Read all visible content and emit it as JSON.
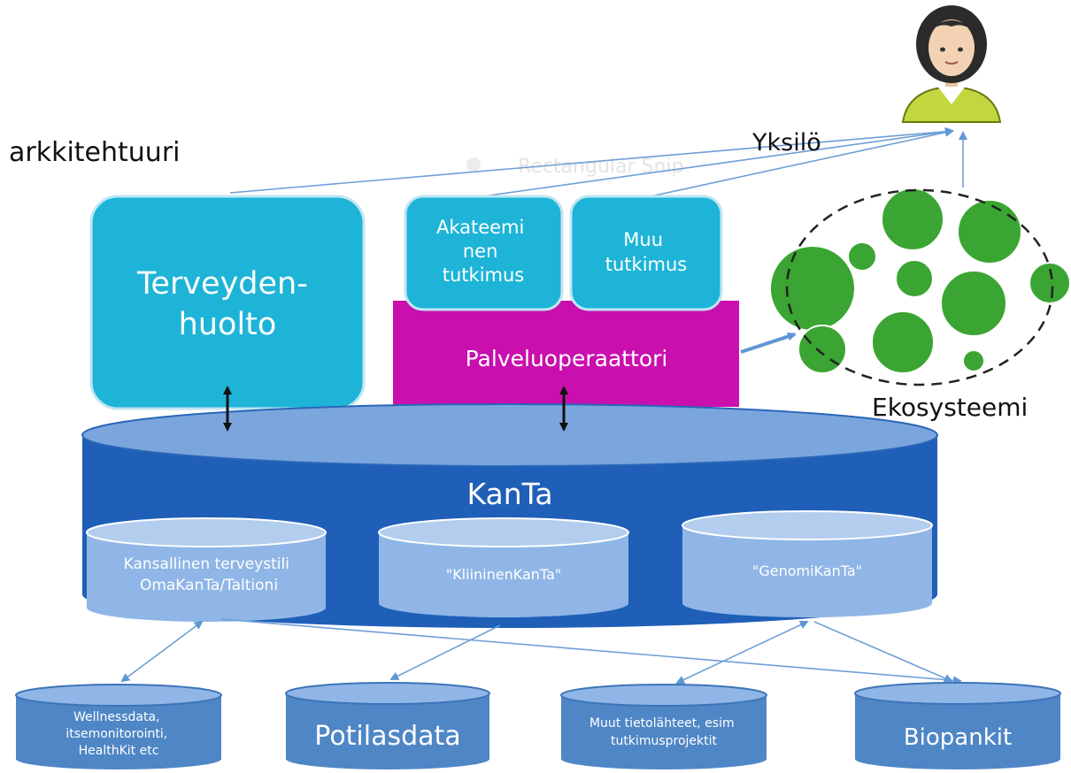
{
  "title": "arkkitehtuuri",
  "person_label": "Yksilö",
  "ecosystem_label": "Ekosysteemi",
  "watermark": "Rectangular Snip",
  "boxes": {
    "terveydenhuolto": [
      "Terveyden-",
      "huolto"
    ],
    "akateeminen": [
      "Akateemi",
      "nen",
      "tutkimus"
    ],
    "muu": [
      "Muu",
      "tutkimus"
    ],
    "palveluoperaattori": "Palveluoperaattori"
  },
  "kanta": {
    "label": "KanTa",
    "inner": {
      "terveystili": [
        "Kansallinen terveystili",
        "OmaKanTa/Taltioni"
      ],
      "kliininen": "\"KliininenKanTa\"",
      "genomi": "\"GenomiKanTa\""
    }
  },
  "sources": {
    "wellness": [
      "Wellnessdata,",
      "itsemonitorointi,",
      "HealthKit etc"
    ],
    "potilas": "Potilasdata",
    "muut": [
      "Muut tietolähteet, esim",
      "tutkimusprojektit"
    ],
    "biopankit": "Biopankit"
  },
  "colors": {
    "cyan_box": "#1eb4d8",
    "magenta_box": "#c90fae",
    "kanta_blue": "#1f5fb8",
    "kanta_top": "#7aa6dd",
    "inner_cyl": "#8fb6e6",
    "green": "#3aa532",
    "arrow_blue": "#5f96d3"
  }
}
